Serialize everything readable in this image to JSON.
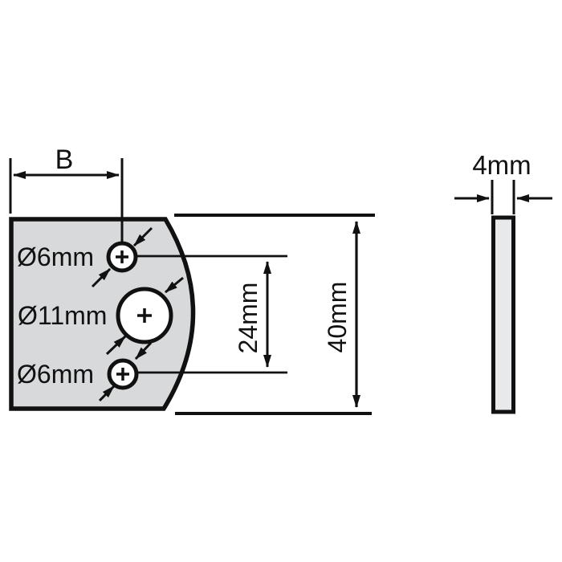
{
  "drawing": {
    "front_view": {
      "width_dim_label": "B",
      "hole_labels": {
        "top": "Ø6mm",
        "middle": "Ø11mm",
        "bottom": "Ø6mm"
      },
      "hole_spacing_dim_label": "24mm",
      "height_dim_label": "40mm"
    },
    "side_view": {
      "thickness_dim_label": "4mm"
    },
    "colors": {
      "plate_fill": "#d8d9da",
      "side_plate_fill": "#e8e9ea",
      "line": "#111111",
      "background": "#ffffff"
    }
  }
}
